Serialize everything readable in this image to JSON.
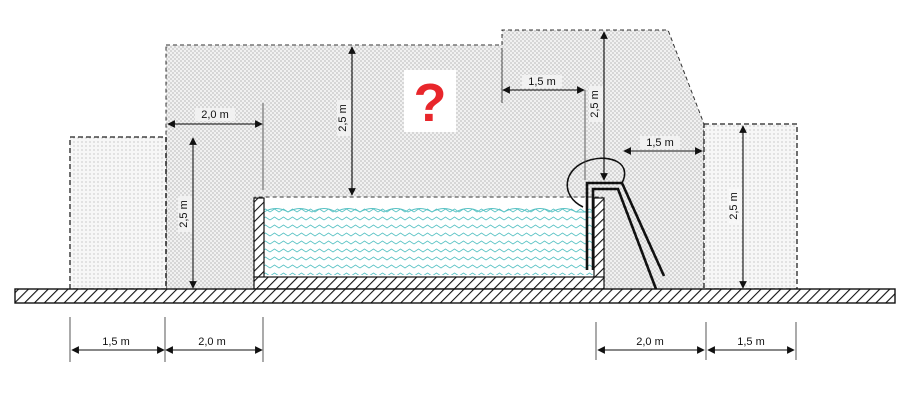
{
  "labels": {
    "top_gap": "1,5 m",
    "top_height": "2,5 m",
    "left_zone_width": "2,0 m",
    "left_height": "2,5 m",
    "right_height": "2,5 m",
    "right_outer_width": "1,5 m",
    "right_zone_height": "2,5 m",
    "bottom_left_outer": "1,5 m",
    "bottom_left_inner": "2,0 m",
    "bottom_right_inner": "2,0 m",
    "bottom_right_outer": "1,5 m",
    "question_mark": "?"
  },
  "colors": {
    "question_mark": "#e8262b",
    "water": "#58c2c4",
    "stipple": "#7a7a7a",
    "line": "#111111"
  }
}
